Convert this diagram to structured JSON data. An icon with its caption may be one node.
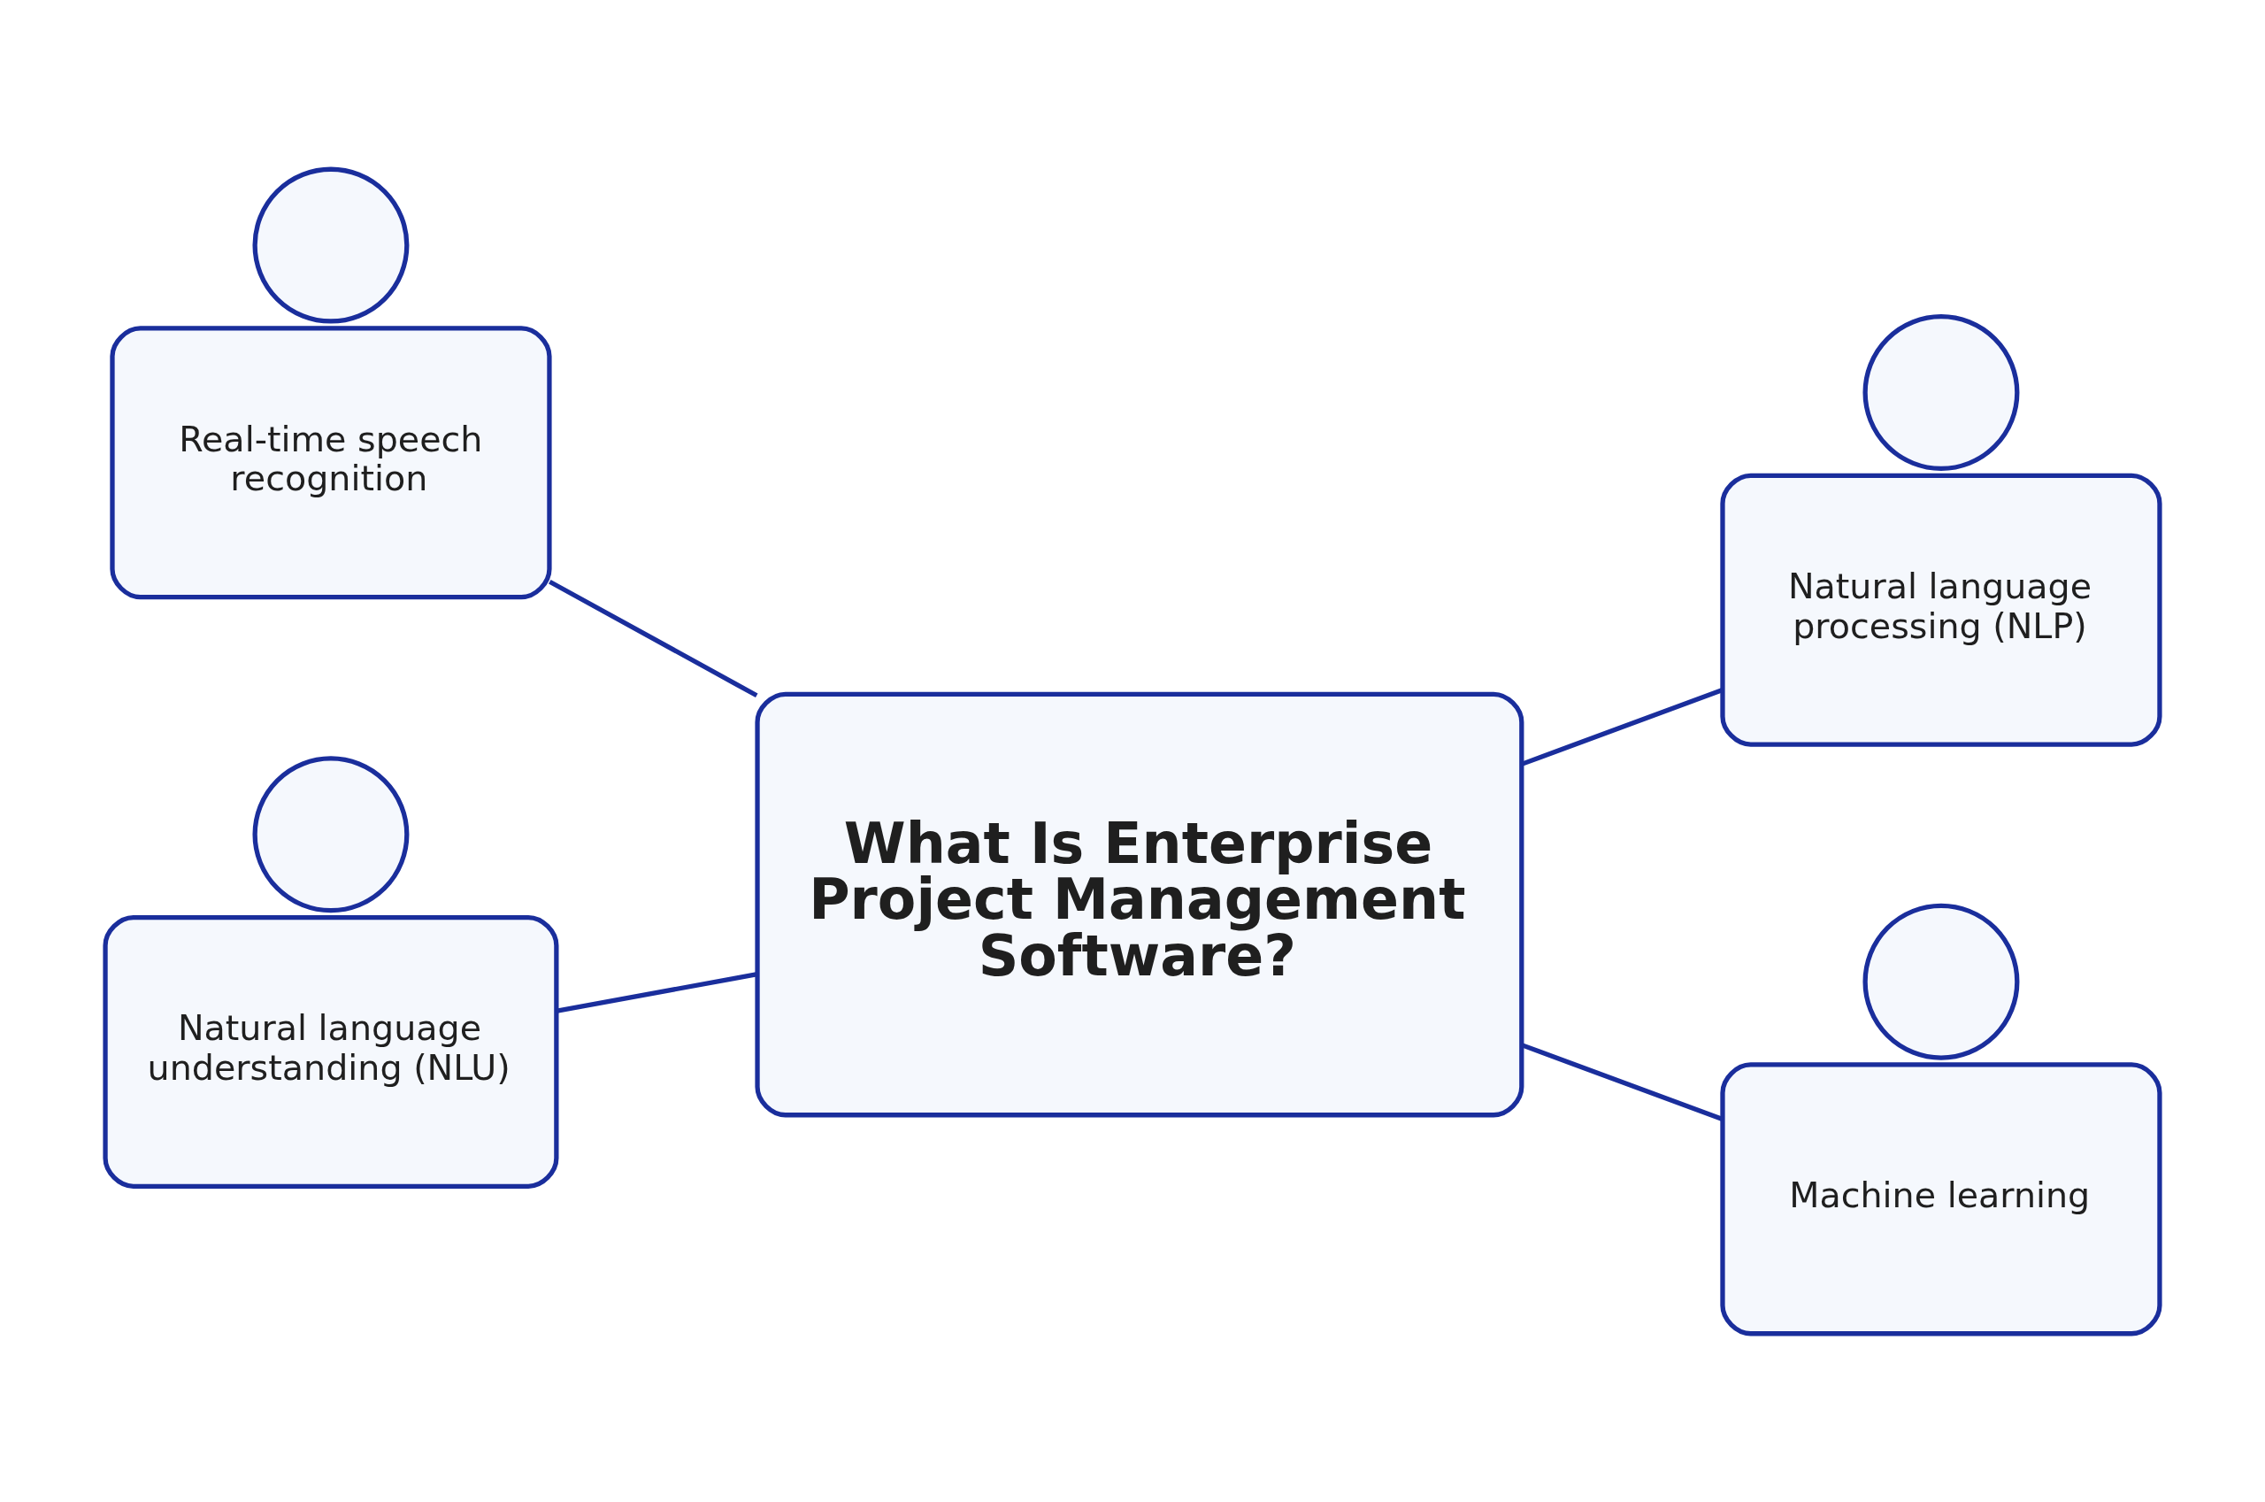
{
  "diagram": {
    "nodes": [
      {
        "text": [],
        "shape": "circle"
      },
      {
        "text": [
          "Real-time speech recognition"
        ]
      },
      {
        "text": [],
        "shape": "circle"
      },
      {
        "text": [
          "Natural language processing (NLP)"
        ]
      },
      {
        "text": [
          "What Is Enterprise Project Management Software?"
        ]
      },
      {
        "text": [],
        "shape": "circle"
      },
      {
        "text": [
          "Natural language understanding (NLU)"
        ]
      },
      {
        "text": [],
        "shape": "circle"
      },
      {
        "text": [
          "Machine learning"
        ]
      }
    ],
    "edges": [
      {
        "from": 1,
        "to": 4,
        "arrow": "none"
      },
      {
        "from": 4,
        "to": 3,
        "arrow": "none"
      },
      {
        "from": 6,
        "to": 4,
        "arrow": "none"
      },
      {
        "from": 4,
        "to": 8,
        "arrow": "none"
      }
    ]
  }
}
